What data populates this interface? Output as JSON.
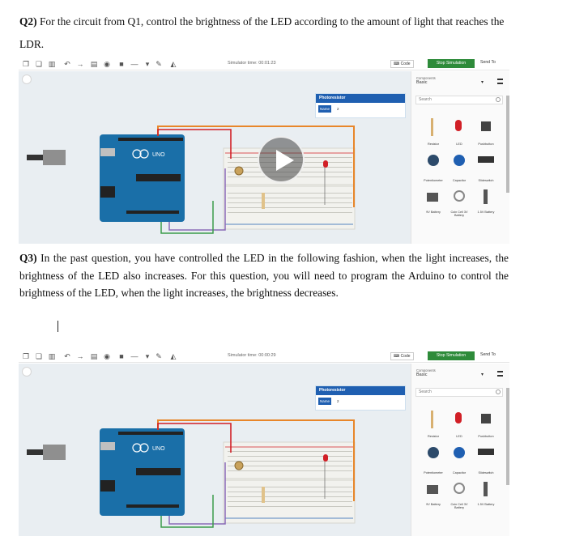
{
  "q2": {
    "number": "Q2)",
    "text": "For the circuit from Q1, control the brightness of the LED according to the amount of light that reaches the LDR."
  },
  "q3": {
    "number": "Q3)",
    "text": "In the past question, you have controlled the LED in the following fashion, when the light increases, the brightness of the LED also increases. For this question, you will need to program the Arduino to control the brightness of the LED, when the light increases, the brightness decreases."
  },
  "screenshots": [
    {
      "sim_time": "Simulator time: 00:01:23",
      "code_label": "Code",
      "stop_label": "Stop Simulation",
      "send_label": "Send To",
      "prop_title": "Photoresistor",
      "prop_name_label": "Name",
      "prop_name_value": "2",
      "comp_label": "Components",
      "comp_basic": "Basic",
      "search_placeholder": "Search",
      "board_label": "UNO",
      "components": [
        "Resistor",
        "LED",
        "Pushbutton",
        "Potentiometer",
        "Capacitor",
        "Slideswitch",
        "9V Battery",
        "Coin Cell 3V Battery",
        "1.5V Battery"
      ]
    },
    {
      "sim_time": "Simulator time: 00:00:29",
      "code_label": "Code",
      "stop_label": "Stop Simulation",
      "send_label": "Send To",
      "prop_title": "Photoresistor",
      "prop_name_label": "Name",
      "prop_name_value": "2",
      "comp_label": "Components",
      "comp_basic": "Basic",
      "search_placeholder": "Search",
      "board_label": "UNO",
      "components": [
        "Resistor",
        "LED",
        "Pushbutton",
        "Potentiometer",
        "Capacitor",
        "Slideswitch",
        "9V Battery",
        "Coin Cell 3V Battery",
        "1.5V Battery"
      ]
    }
  ],
  "colors": {
    "arduino_blue": "#1a6fa8",
    "breadboard": "#f2f2ee",
    "wire_orange": "#e8862a",
    "led_red": "#d11f26",
    "stop_green": "#2e8b3a",
    "accent_blue": "#1f5fb1"
  }
}
